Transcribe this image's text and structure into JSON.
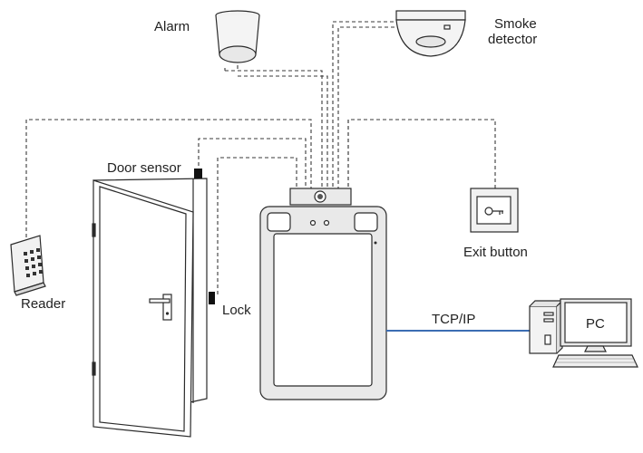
{
  "labels": {
    "alarm": "Alarm",
    "smoke_line1": "Smoke",
    "smoke_line2": "detector",
    "door_sensor": "Door sensor",
    "exit_button": "Exit button",
    "reader": "Reader",
    "lock": "Lock",
    "tcpip": "TCP/IP",
    "pc": "PC"
  },
  "colors": {
    "outline": "#2b2b2b",
    "wire_dashed": "#3a3a3a",
    "network_line": "#3b6db3",
    "device_fill": "#e9e9e9",
    "screen_fill": "#ffffff"
  },
  "devices": [
    {
      "id": "alarm",
      "icon": "alarm-siren-icon"
    },
    {
      "id": "smoke-detector",
      "icon": "smoke-detector-icon"
    },
    {
      "id": "reader",
      "icon": "keypad-reader-icon"
    },
    {
      "id": "door",
      "icon": "door-icon"
    },
    {
      "id": "door-sensor",
      "icon": "door-sensor-icon"
    },
    {
      "id": "lock",
      "icon": "lock-icon"
    },
    {
      "id": "terminal",
      "icon": "face-recognition-terminal-icon"
    },
    {
      "id": "exit-button",
      "icon": "exit-button-icon"
    },
    {
      "id": "pc",
      "icon": "desktop-computer-icon"
    }
  ]
}
